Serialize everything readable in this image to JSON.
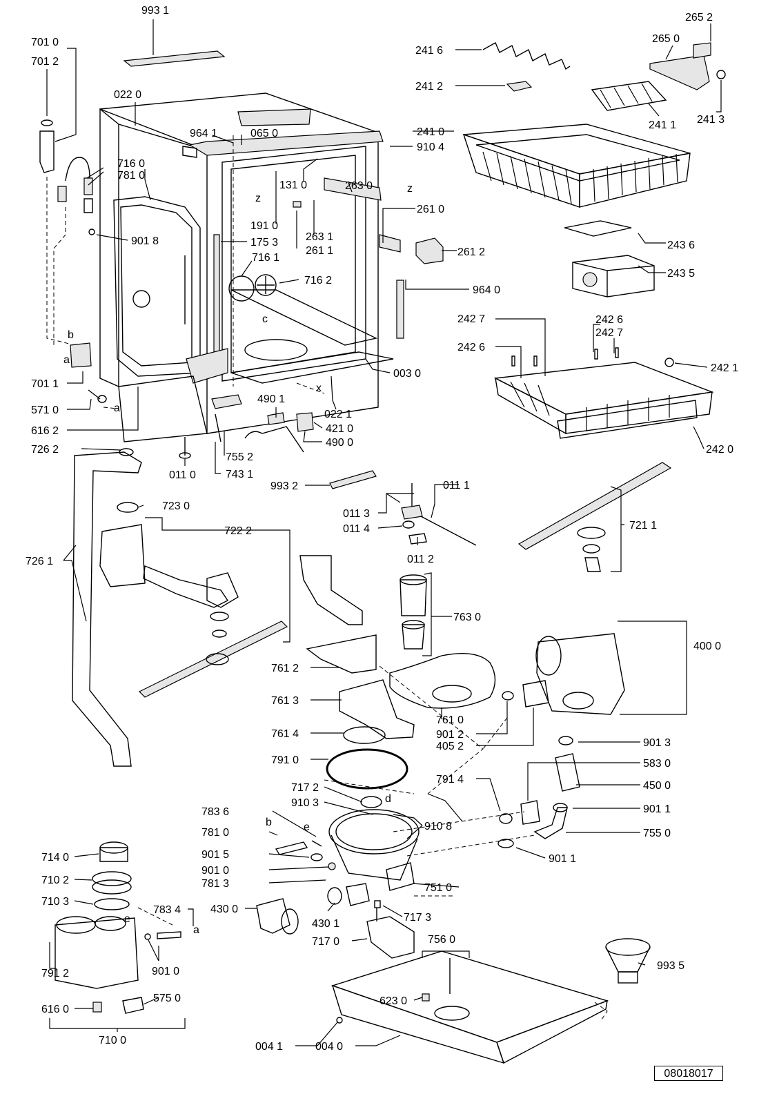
{
  "document_number": "08018017",
  "labels": {
    "l9931": "993 1",
    "l2652": "265 2",
    "l2650": "265 0",
    "l7010": "701 0",
    "l7012": "701 2",
    "l2416": "241 6",
    "l2412": "241 2",
    "l2413": "241 3",
    "l2411": "241 1",
    "l0220": "022 0",
    "l9641": "964 1",
    "l0650": "065 0",
    "l2410": "241 0",
    "l9104": "910 4",
    "l7160": "716 0",
    "l7810a": "781 0",
    "l1310": "131 0",
    "l2630": "263 0",
    "l2610": "261 0",
    "l1910": "191 0",
    "l2631": "263 1",
    "l9018": "901 8",
    "l1753": "175 3",
    "l2611": "261 1",
    "l2612": "261 2",
    "l2436": "243 6",
    "l7161": "716 1",
    "l7162": "716 2",
    "l2435": "243 5",
    "l9640": "964 0",
    "l2427a": "242 7",
    "l2426a": "242 6",
    "l2426b": "242 6",
    "l2427b": "242 7",
    "l2421": "242 1",
    "l7011": "701 1",
    "l0030": "003 0",
    "l5710": "571 0",
    "l4901": "490 1",
    "l0221": "022 1",
    "l4210": "421 0",
    "l6162": "616 2",
    "l4900": "490 0",
    "l2420": "242 0",
    "l7262": "726 2",
    "l7552": "755 2",
    "l0110": "011 0",
    "l7431": "743 1",
    "l9932": "993 2",
    "l0111": "011 1",
    "l7230": "723 0",
    "l0113": "011 3",
    "l0114": "011 4",
    "l7211": "721 1",
    "l7222": "722 2",
    "l7261": "726 1",
    "l0112": "011 2",
    "l7630": "763 0",
    "l4000": "400 0",
    "l7612": "761 2",
    "l7613": "761 3",
    "l7610": "761 0",
    "l9012": "901 2",
    "l7614": "761 4",
    "l4052": "405 2",
    "l9013": "901 3",
    "l7910": "791 0",
    "l5830": "583 0",
    "l7914": "791 4",
    "l4500": "450 0",
    "l7172": "717 2",
    "l9103": "910 3",
    "l7836": "783 6",
    "l9108": "910 8",
    "l9011a": "901 1",
    "l7810b": "781 0",
    "l7550": "755 0",
    "l9015": "901 5",
    "l9011b": "901 1",
    "l7140": "714 0",
    "l9010a": "901 0",
    "l7813": "781 3",
    "l7510": "751 0",
    "l7102": "710 2",
    "l7103": "710 3",
    "l7834": "783 4",
    "l4300": "430 0",
    "l7173": "717 3",
    "l4301": "430 1",
    "l7170": "717 0",
    "l7560": "756 0",
    "l9010b": "901 0",
    "l9935": "993 5",
    "l7912": "791 2",
    "l5750": "575 0",
    "l6230": "623 0",
    "l6160": "616 0",
    "l7100": "710 0",
    "l0041": "004 1",
    "l0040": "004 0"
  },
  "letters": {
    "z1": "z",
    "z2": "z",
    "c": "c",
    "x": "x",
    "b1": "b",
    "a1": "a",
    "a2": "a",
    "d": "d",
    "e1": "e",
    "b2": "b",
    "e2": "e",
    "a3": "a"
  }
}
